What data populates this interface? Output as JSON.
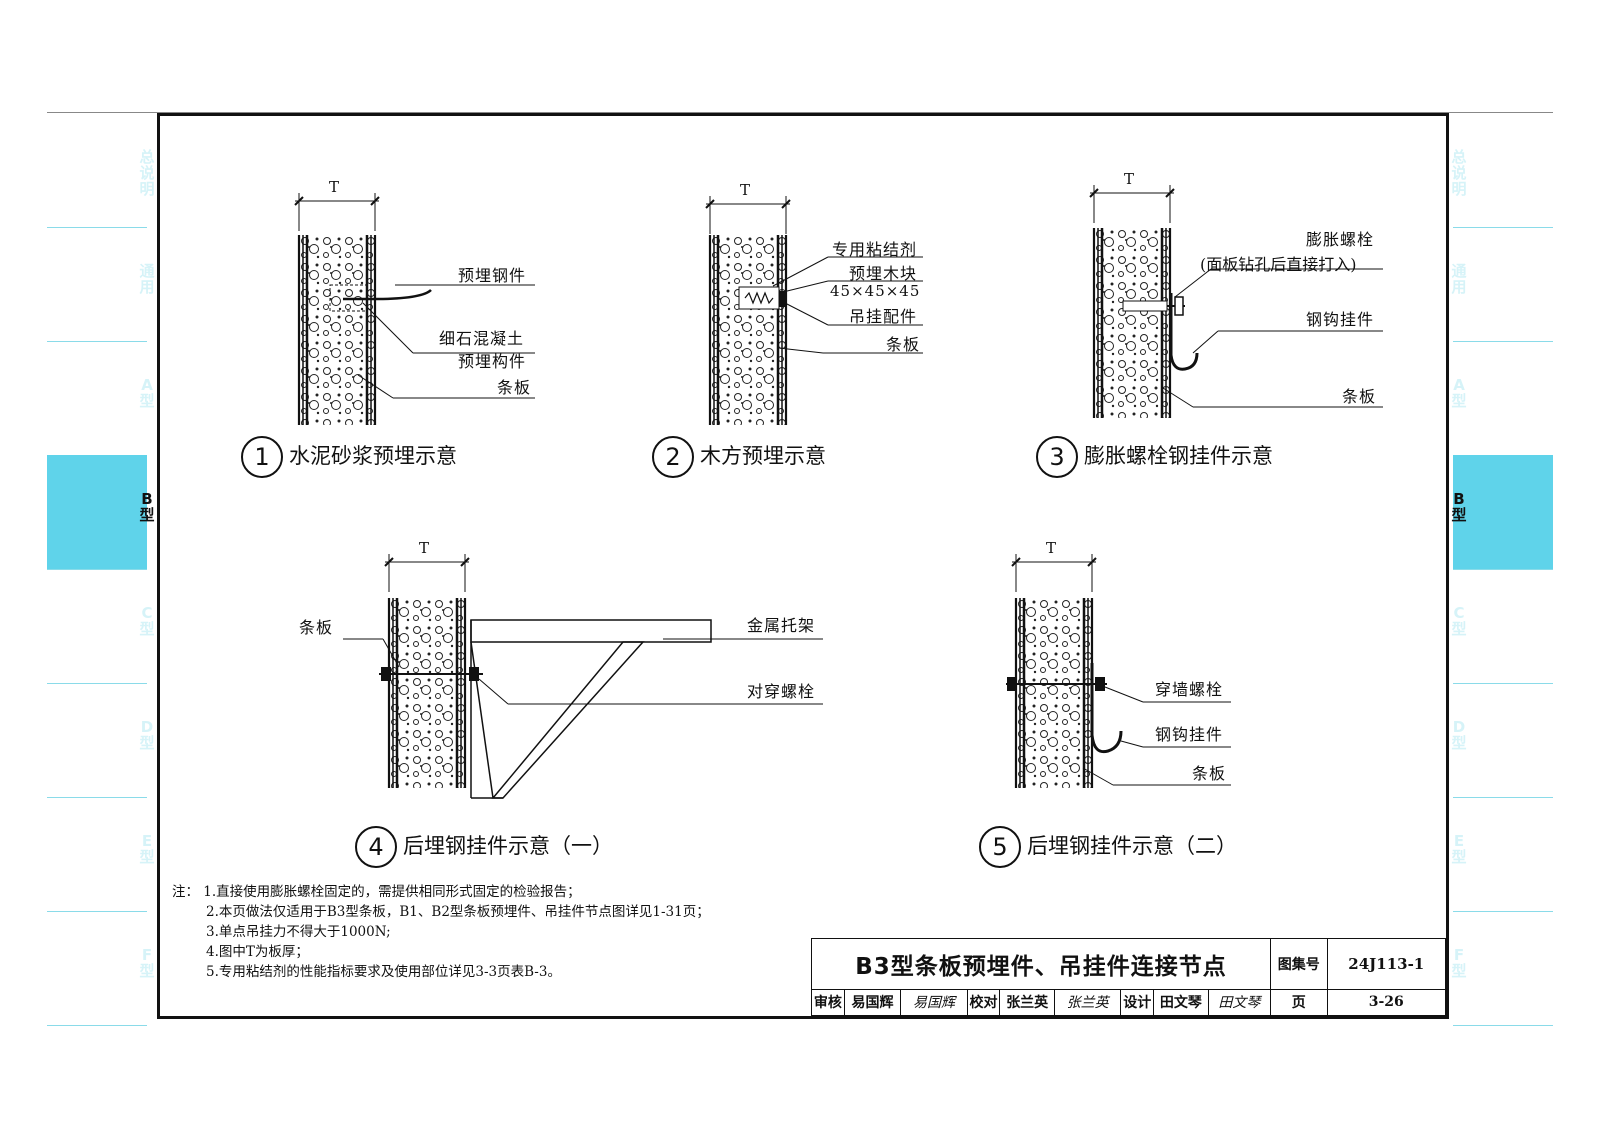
{
  "side_tabs": {
    "left": [
      {
        "label": "总说明",
        "active": false
      },
      {
        "label": "通用",
        "active": false
      },
      {
        "label": "A型",
        "active": false
      },
      {
        "label": "B型",
        "active": true
      },
      {
        "label": "C型",
        "active": false
      },
      {
        "label": "D型",
        "active": false
      },
      {
        "label": "E型",
        "active": false
      },
      {
        "label": "F型",
        "active": false
      }
    ],
    "right": [
      {
        "label": "总说明",
        "active": false
      },
      {
        "label": "通用",
        "active": false
      },
      {
        "label": "A型",
        "active": false
      },
      {
        "label": "B型",
        "active": true
      },
      {
        "label": "C型",
        "active": false
      },
      {
        "label": "D型",
        "active": false
      },
      {
        "label": "E型",
        "active": false
      },
      {
        "label": "F型",
        "active": false
      }
    ]
  },
  "dimension_label": "T",
  "details": [
    {
      "number": "1",
      "title": "水泥砂浆预埋示意",
      "labels": [
        "预埋钢件",
        "细石混凝土",
        "预埋构件",
        "条板"
      ]
    },
    {
      "number": "2",
      "title": "木方预埋示意",
      "labels": [
        "专用粘结剂",
        "预埋木块",
        "45×45×45",
        "吊挂配件",
        "条板"
      ]
    },
    {
      "number": "3",
      "title": "膨胀螺栓钢挂件示意",
      "labels": [
        "膨胀螺栓",
        "(面板钻孔后直接打入)",
        "钢钩挂件",
        "条板"
      ]
    },
    {
      "number": "4",
      "title": "后埋钢挂件示意（一）",
      "labels": [
        "条板",
        "金属托架",
        "对穿螺栓"
      ]
    },
    {
      "number": "5",
      "title": "后埋钢挂件示意（二）",
      "labels": [
        "穿墙螺栓",
        "钢钩挂件",
        "条板"
      ]
    }
  ],
  "notes": {
    "prefix": "注：",
    "items": [
      "1.直接使用膨胀螺栓固定的，需提供相同形式固定的检验报告；",
      "2.本页做法仅适用于B3型条板，B1、B2型条板预埋件、吊挂件节点图详见1-31页；",
      "3.单点吊挂力不得大于1000N;",
      "4.图中T为板厚；",
      "5.专用粘结剂的性能指标要求及使用部位详见3-3页表B-3。"
    ]
  },
  "title_block": {
    "title": "B3型条板预埋件、吊挂件连接节点",
    "atlas_label": "图集号",
    "atlas_number": "24J113-1",
    "review_label": "审核",
    "reviewer": "易国辉",
    "review_sign": "易国辉",
    "check_label": "校对",
    "checker": "张兰英",
    "check_sign": "张兰英",
    "design_label": "设计",
    "designer": "田文琴",
    "design_sign": "田文琴",
    "page_label": "页",
    "page_number": "3-26"
  }
}
